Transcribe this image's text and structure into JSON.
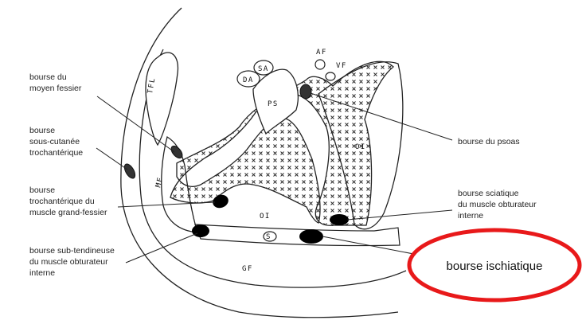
{
  "labels": {
    "moyen_fessier": [
      "bourse du",
      "moyen fessier"
    ],
    "sous_cutanee": [
      "bourse",
      "sous-cutanée",
      "trochantérique"
    ],
    "grand_fessier": [
      "bourse",
      "trochantérique du",
      "muscle grand-fessier"
    ],
    "sub_tendineuse": [
      "bourse sub-tendineuse",
      "du muscle obturateur",
      "interne"
    ],
    "psoas": [
      "bourse du psoas"
    ],
    "sciatique": [
      "bourse sciatique",
      "du muscle obturateur",
      "interne"
    ]
  },
  "abbreviations": {
    "tfl": "TFL",
    "da": "DA",
    "sa": "SA",
    "af": "AF",
    "vf": "VF",
    "ps": "PS",
    "mf": "MF",
    "oi_right": "OI",
    "oi_bottom": "OI",
    "gf": "GF"
  },
  "callout": {
    "text": "bourse ischiatique",
    "color": "#e8191a"
  }
}
